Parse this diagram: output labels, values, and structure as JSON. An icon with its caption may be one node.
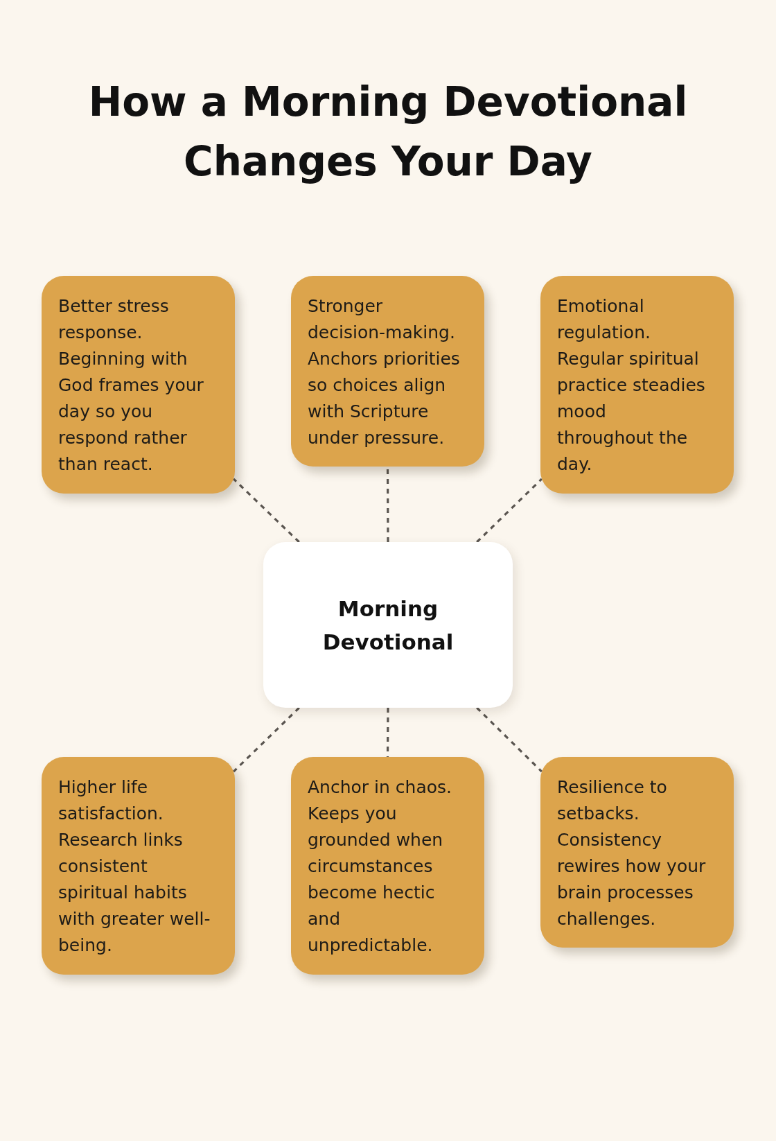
{
  "diagram": {
    "title": "How a Morning Devotional Changes Your Day",
    "nodes": [
      {
        "text": [
          "Better stress response. Beginning with God frames your day so you respond rather than react."
        ]
      },
      {
        "text": [
          "Stronger decision-making. Anchors priorities so choices align with Scripture under pressure."
        ]
      },
      {
        "text": [
          "Emotional regulation. Regular spiritual practice steadies mood throughout the day."
        ]
      },
      {
        "text": [
          "Morning Devotional"
        ]
      },
      {
        "text": [
          "Higher life satisfaction. Research links consistent spiritual habits with greater well-being."
        ]
      },
      {
        "text": [
          "Anchor in chaos. Keeps you grounded when circumstances become hectic and unpredictable."
        ]
      },
      {
        "text": [
          "Resilience to setbacks. Consistency rewires how your brain processes challenges."
        ]
      }
    ],
    "edges": [
      {
        "from": 3,
        "to": 0,
        "arrow": "none",
        "style": "dashed"
      },
      {
        "from": 3,
        "to": 1,
        "arrow": "none",
        "style": "dashed"
      },
      {
        "from": 3,
        "to": 2,
        "arrow": "none",
        "style": "dashed"
      },
      {
        "from": 3,
        "to": 4,
        "arrow": "none",
        "style": "dashed"
      },
      {
        "from": 3,
        "to": 5,
        "arrow": "none",
        "style": "dashed"
      },
      {
        "from": 3,
        "to": 6,
        "arrow": "none",
        "style": "dashed"
      }
    ]
  }
}
